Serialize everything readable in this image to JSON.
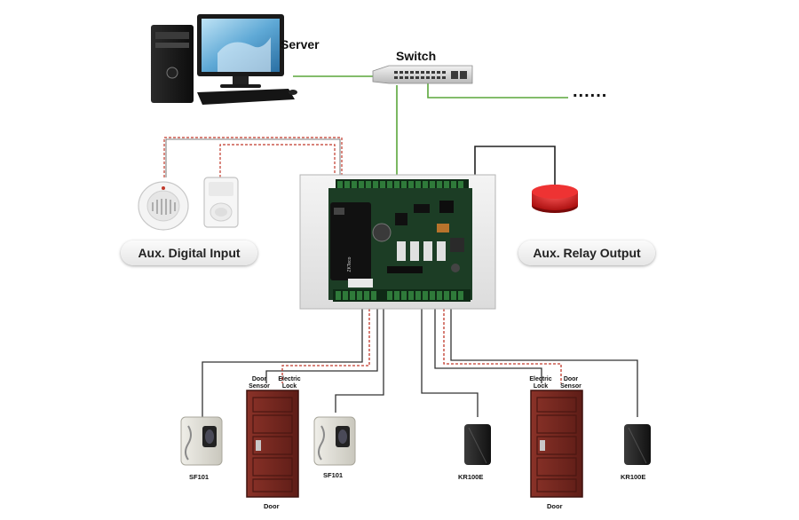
{
  "labels": {
    "server": "Server",
    "switch": "Switch",
    "ellipsis": "......",
    "aux_digital_input": "Aux. Digital Input",
    "aux_relay_output": "Aux. Relay Output",
    "door_sensor_left": "Door Sensor",
    "electric_lock_left": "Electric Lock",
    "electric_lock_right": "Electric Lock",
    "door_sensor_right": "Door Sensor",
    "reader1": "SF101",
    "reader2": "SF101",
    "reader3": "KR100E",
    "reader4": "KR100E",
    "door_left": "Door",
    "door_right": "Door",
    "panel_brand": "ZKTeco"
  },
  "colors": {
    "network_line": "#5aa63a",
    "wire_dark": "#3a3a3a",
    "wire_red": "#c0392b",
    "door_brown": "#7a2a22",
    "siren_red": "#d81b1b"
  }
}
